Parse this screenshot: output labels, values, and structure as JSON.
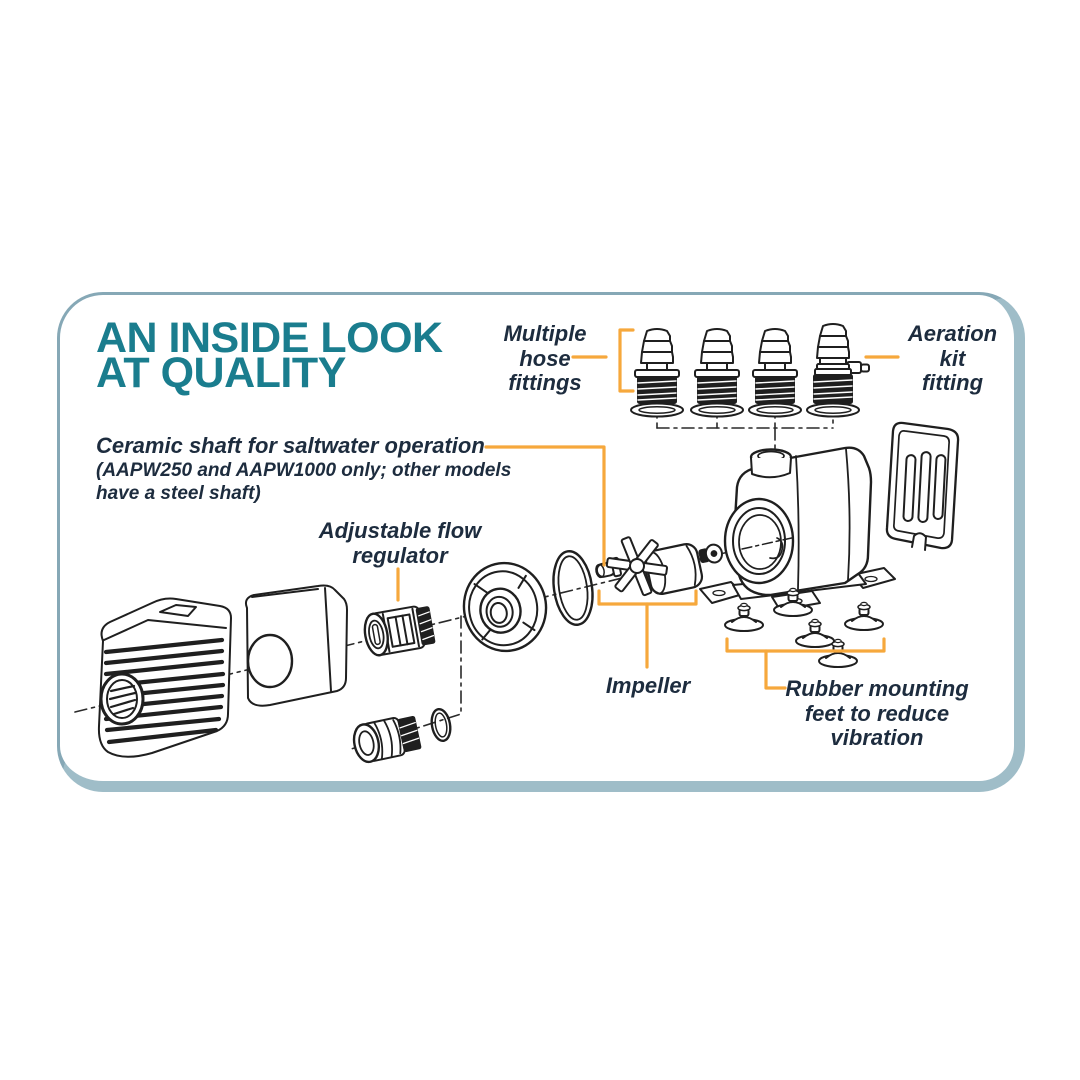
{
  "page": {
    "background": "#ffffff"
  },
  "card": {
    "border_thin_color": "#86a8b6",
    "border_thick_color": "#9fbdc8"
  },
  "title": {
    "color": "#1a7d8e",
    "lines": [
      "AN INSIDE LOOK",
      "AT QUALITY"
    ]
  },
  "callouts": {
    "multiple_hose_fittings": {
      "lines": [
        "Multiple",
        "hose",
        "fittings"
      ]
    },
    "aeration_kit_fitting": {
      "lines": [
        "Aeration",
        "kit",
        "fitting"
      ]
    },
    "ceramic_shaft": {
      "heading": "Ceramic shaft for saltwater operation",
      "note_lines": [
        "(AAPW250 and AAPW1000 only; other models",
        "have a steel shaft)"
      ]
    },
    "adjustable_flow_regulator": {
      "lines": [
        "Adjustable flow",
        "regulator"
      ]
    },
    "impeller": {
      "label": "Impeller"
    },
    "rubber_mounting_feet": {
      "lines": [
        "Rubber mounting",
        "feet to reduce",
        "vibration"
      ]
    }
  },
  "colors": {
    "leader_line": "#f6a83c",
    "label_text": "#1d2c3e",
    "line_art": "#1f1f1f",
    "title_teal": "#1a7d8e"
  },
  "icons": [
    "hose-fitting-icon",
    "washer-icon",
    "intake-strainer-icon",
    "foam-block-icon",
    "flow-regulator-icon",
    "outlet-fitting-icon",
    "o-ring-icon",
    "volute-cover-icon",
    "impeller-icon",
    "bushing-icon",
    "pump-body-icon",
    "back-plate-icon",
    "suction-cup-icon"
  ]
}
